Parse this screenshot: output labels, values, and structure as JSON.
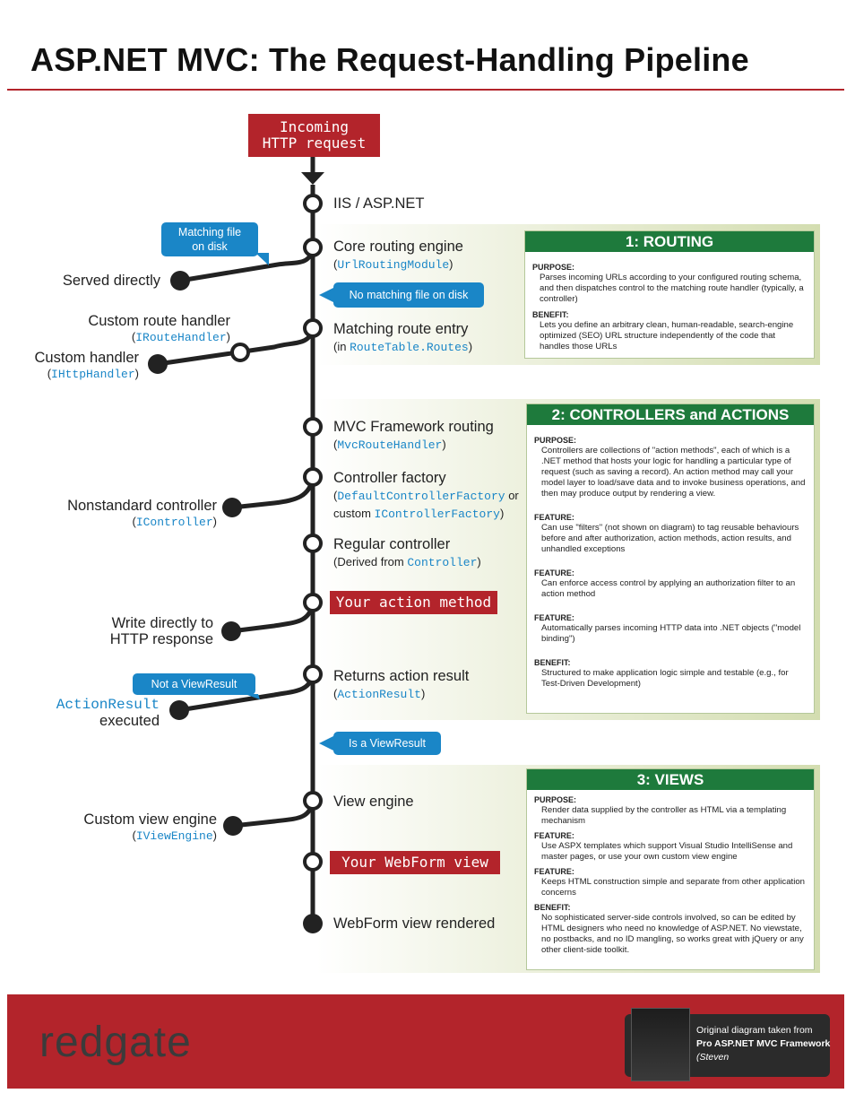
{
  "title": "ASP.NET MVC: The Request-Handling Pipeline",
  "start": {
    "line1": "Incoming",
    "line2": "HTTP  request"
  },
  "stages": {
    "iis": "IIS / ASP.NET",
    "core_routing": {
      "label": "Core routing engine",
      "code": "UrlRoutingModule"
    },
    "matching_route": {
      "label": "Matching route entry",
      "prefix": "(in ",
      "code": "RouteTable.Routes"
    },
    "mvc_routing": {
      "label": "MVC Framework routing",
      "code": "MvcRouteHandler"
    },
    "controller_factory": {
      "label": "Controller factory",
      "code1": "DefaultControllerFactory",
      "or": " or",
      "custom": "custom ",
      "code2": "IControllerFactory"
    },
    "regular_controller": {
      "label": "Regular controller",
      "prefix": "(Derived from ",
      "code": "Controller"
    },
    "action_method": "Your  action  method",
    "returns_result": {
      "label": "Returns action result",
      "code": "ActionResult"
    },
    "view_engine": "View engine",
    "webform_view": "Your  WebForm  view",
    "rendered": "WebForm view rendered"
  },
  "branches": {
    "served_directly": "Served directly",
    "custom_route_handler": {
      "label": "Custom route handler",
      "code": "IRouteHandler"
    },
    "custom_handler": {
      "label": "Custom handler",
      "code": "IHttpHandler"
    },
    "nonstandard_controller": {
      "label": "Nonstandard controller",
      "code": "IController"
    },
    "write_directly": {
      "line1": "Write directly to",
      "line2": "HTTP response"
    },
    "actionresult_executed": {
      "code": "ActionResult",
      "label": "executed"
    },
    "custom_view_engine": {
      "label": "Custom view engine",
      "code": "IViewEngine"
    }
  },
  "bubbles": {
    "matching_file": {
      "line1": "Matching file",
      "line2": "on disk"
    },
    "no_matching_file": "No matching file on disk",
    "not_viewresult": "Not a ViewResult",
    "is_viewresult": "Is a ViewResult"
  },
  "panels": {
    "routing": {
      "title": "1: ROUTING",
      "sections": [
        {
          "label": "PURPOSE:",
          "text": "Parses incoming URLs according to your configured routing schema, and then dispatches control to the matching route handler (typically, a controller)"
        },
        {
          "label": "BENEFIT:",
          "text": "Lets you define an arbitrary clean, human-readable, search-engine optimized (SEO) URL structure independently of the code that handles those URLs"
        }
      ]
    },
    "controllers": {
      "title": "2: CONTROLLERS and ACTIONS",
      "sections": [
        {
          "label": "PURPOSE:",
          "text": "Controllers are collections of \"action methods\", each of which is a .NET method that hosts your logic for handling a particular type of request (such as saving a record). An action method may call your model layer to load/save data and to invoke business operations, and then may produce output by rendering a view."
        },
        {
          "label": "FEATURE:",
          "text": "Can use \"filters\" (not shown on diagram) to tag reusable behaviours before and after authorization, action methods, action results, and unhandled exceptions"
        },
        {
          "label": "FEATURE:",
          "text": "Can enforce access control by applying an authorization filter to an action method"
        },
        {
          "label": "FEATURE:",
          "text": "Automatically parses incoming HTTP data into .NET objects (\"model binding\")"
        },
        {
          "label": "BENEFIT:",
          "text": "Structured to make application logic simple and testable (e.g., for Test-Driven Development)"
        }
      ]
    },
    "views": {
      "title": "3: VIEWS",
      "sections": [
        {
          "label": "PURPOSE:",
          "text": "Render data supplied by the controller as HTML via a templating mechanism"
        },
        {
          "label": "FEATURE:",
          "text": "Use ASPX templates which support Visual Studio IntelliSense and master pages, or use your own custom view engine"
        },
        {
          "label": "FEATURE:",
          "text": "Keeps HTML construction simple and separate from other application concerns"
        },
        {
          "label": "BENEFIT:",
          "text": "No sophisticated server-side controls involved, so can be edited by HTML designers who need no knowledge of ASP.NET. No viewstate, no postbacks, and no ID mangling, so works great with jQuery or any other client-side toolkit."
        }
      ]
    }
  },
  "footer": {
    "logo": "redgate",
    "credit_line1": "Original diagram taken from",
    "credit_line2": "Pro ASP.NET MVC Framework",
    "credit_line3": "(Steven"
  },
  "colors": {
    "red": "#b3242b",
    "blue": "#1a86c7",
    "green": "#1e7a3c",
    "line": "#222222"
  }
}
